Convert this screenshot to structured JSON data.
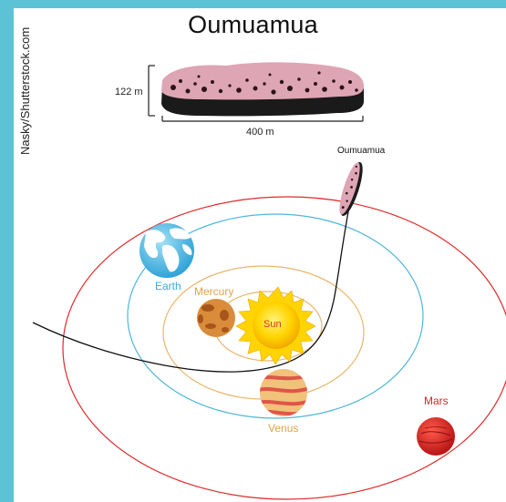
{
  "title": "Oumuamua",
  "credit": "Nasky/Shutterstock.com",
  "dimensions": {
    "height_label": "122 m",
    "length_label": "400 m"
  },
  "labels": {
    "oumuamua": "Oumuamua",
    "sun": "Sun",
    "mercury": "Mercury",
    "venus": "Venus",
    "earth": "Earth",
    "mars": "Mars"
  },
  "colors": {
    "frame": "#5cc3d6",
    "mercury_orbit": "#e8b56b",
    "venus_orbit": "#e8b56b",
    "earth_orbit": "#4fb7d9",
    "mars_orbit": "#e02b2b",
    "trajectory": "#111111",
    "asteroid_pink": "#dea5b5",
    "asteroid_dark": "#1a1a1a",
    "earth_label": "#3fa9d8",
    "mercury_label": "#e0a24a",
    "venus_label": "#e0a24a",
    "mars_label": "#d62828",
    "sun_label": "#d9361f"
  }
}
